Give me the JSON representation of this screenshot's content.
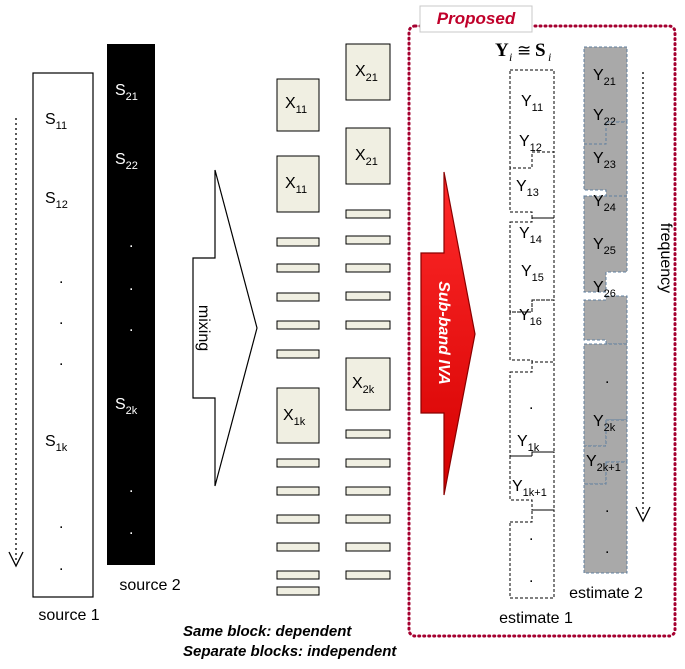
{
  "labels": {
    "proposed": "Proposed",
    "source1": "source 1",
    "source2": "source 2",
    "estimate1": "estimate 1",
    "estimate2": "estimate 2",
    "mixing": "mixing",
    "subband_iva": "Sub-band IVA",
    "frequency": "frequency",
    "legend_line1": "Same block: dependent",
    "legend_line2": "Separate blocks: independent",
    "formula_Y": "Y",
    "formula_approx": "≅",
    "formula_S": "S",
    "formula_sub": "i",
    "dot": "."
  },
  "source1": [
    {
      "base": "S",
      "sub": "11"
    },
    {
      "base": "S",
      "sub": "12"
    },
    {
      "base": "S",
      "sub": "1k"
    }
  ],
  "source2": [
    {
      "base": "S",
      "sub": "21"
    },
    {
      "base": "S",
      "sub": "22"
    },
    {
      "base": "S",
      "sub": "2k"
    }
  ],
  "mix_col1": [
    {
      "base": "X",
      "sub": "11"
    },
    {
      "base": "X",
      "sub": "11"
    },
    {
      "base": "X",
      "sub": "1k"
    }
  ],
  "mix_col2": [
    {
      "base": "X",
      "sub": "21"
    },
    {
      "base": "X",
      "sub": "21"
    },
    {
      "base": "X",
      "sub": "2k"
    }
  ],
  "estimate1": [
    {
      "base": "Y",
      "sub": "11"
    },
    {
      "base": "Y",
      "sub": "12"
    },
    {
      "base": "Y",
      "sub": "13"
    },
    {
      "base": "Y",
      "sub": "14"
    },
    {
      "base": "Y",
      "sub": "15"
    },
    {
      "base": "Y",
      "sub": "16"
    },
    {
      "base": "Y",
      "sub": "1k"
    },
    {
      "base": "Y",
      "sub": "1k+1"
    }
  ],
  "estimate2": [
    {
      "base": "Y",
      "sub": "21"
    },
    {
      "base": "Y",
      "sub": "22"
    },
    {
      "base": "Y",
      "sub": "23"
    },
    {
      "base": "Y",
      "sub": "24"
    },
    {
      "base": "Y",
      "sub": "25"
    },
    {
      "base": "Y",
      "sub": "26"
    },
    {
      "base": "Y",
      "sub": "2k"
    },
    {
      "base": "Y",
      "sub": "2k+1"
    }
  ],
  "colors": {
    "block_fill": "#f0efe2",
    "estimate2_fill": "#a9a9a9",
    "estimate2_stroke": "#5f7f9f",
    "proposed_border": "#a50030",
    "iva_red": "#ff0000"
  }
}
